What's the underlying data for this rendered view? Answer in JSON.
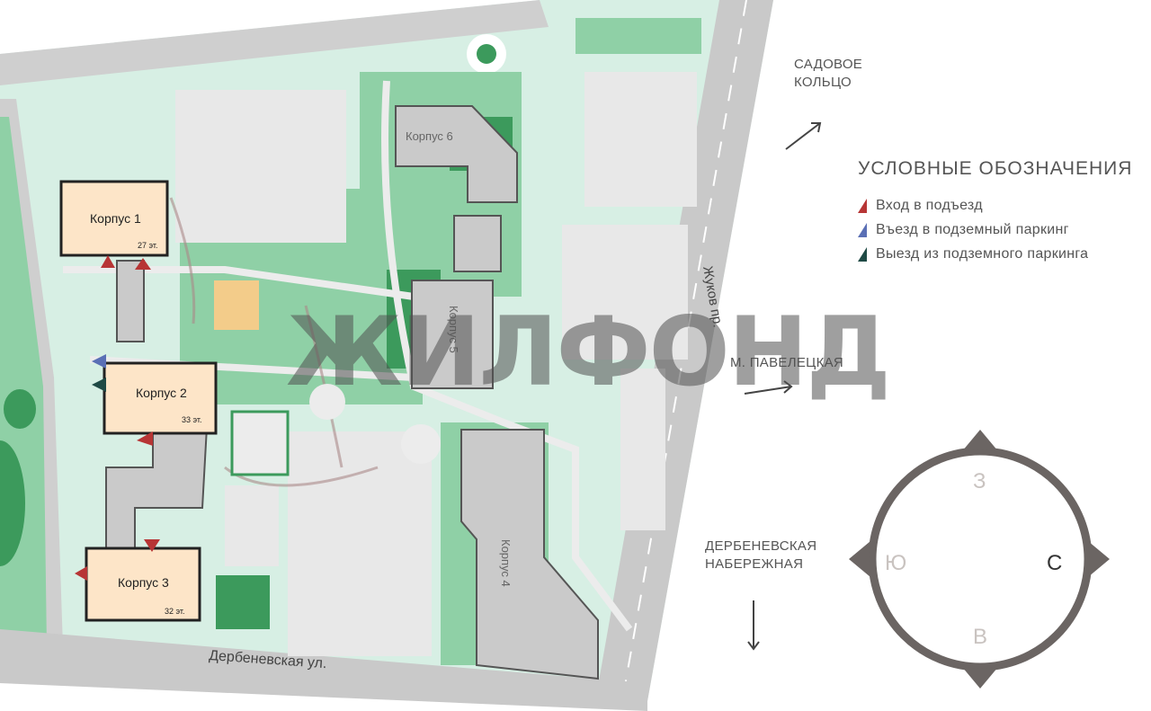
{
  "map": {
    "streets": {
      "bottom": "Дербеневская ул.",
      "right": "Жуков пр."
    },
    "buildings": [
      {
        "name": "Корпус 1",
        "floors": "27 эт."
      },
      {
        "name": "Корпус 2",
        "floors": "33 эт."
      },
      {
        "name": "Корпус 3",
        "floors": "32 эт."
      },
      {
        "name": "Корпус 4"
      },
      {
        "name": "Корпус 5"
      },
      {
        "name": "Корпус 6"
      }
    ]
  },
  "directions": {
    "sadovoe": "САДОВОЕ\nКОЛЬЦО",
    "metro": "М. ПАВЕЛЕЦКАЯ",
    "embankment": "ДЕРБЕНЕВСКАЯ\nНАБЕРЕЖНАЯ"
  },
  "legend": {
    "title": "УСЛОВНЫЕ ОБОЗНАЧЕНИЯ",
    "items": [
      {
        "label": "Вход в подъезд",
        "color": "#b73535",
        "icon": "red-triangle"
      },
      {
        "label": "Въезд в подземный паркинг",
        "color": "#5a6fb5",
        "icon": "blue-triangle"
      },
      {
        "label": "Выезд из подземного паркинга",
        "color": "#1f4a45",
        "icon": "dark-green-triangle"
      }
    ]
  },
  "compass": {
    "north": "С",
    "south": "Ю",
    "west": "З",
    "east": "В"
  },
  "watermark": "ЖИЛФОНД",
  "colors": {
    "green_light": "#d7efe4",
    "green_mid": "#8fd0a6",
    "green_dark": "#3c9a5c",
    "building_grey": "#c9c9c9",
    "highlight_building": "#fde5c8",
    "road": "#cfcfcf"
  }
}
